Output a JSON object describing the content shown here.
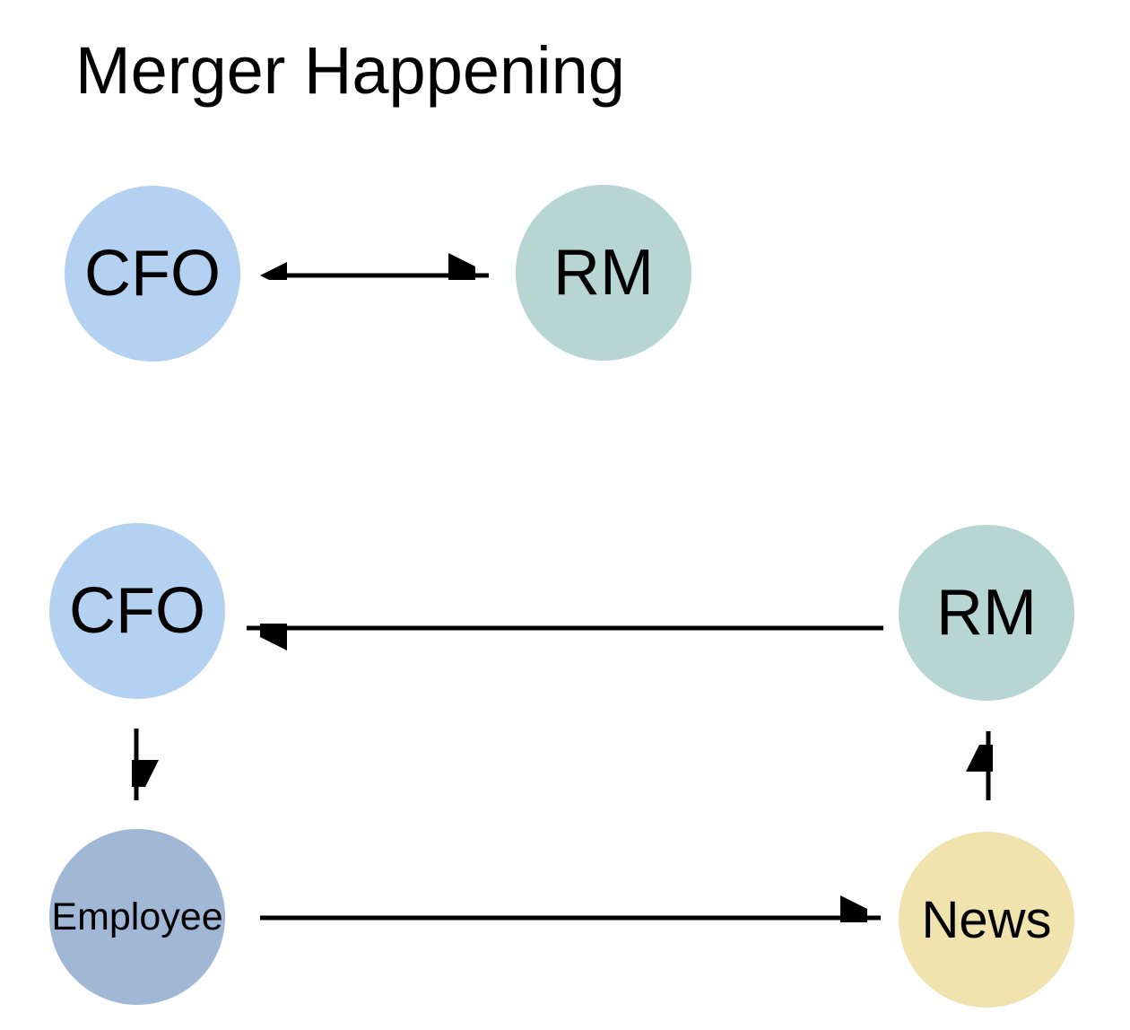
{
  "title": "Merger Happening",
  "colors": {
    "cfo": "#b5d1f1",
    "rm": "#b6d5d3",
    "employee": "#a0b8d6",
    "news": "#f1e3ae",
    "arrow": "#000000",
    "text": "#000000",
    "background": "#ffffff"
  },
  "diagram": {
    "top_section": {
      "cfo_label": "CFO",
      "rm_label": "RM"
    },
    "bottom_section": {
      "cfo_label": "CFO",
      "rm_label": "RM",
      "employee_label": "Employee",
      "news_label": "News"
    },
    "edges": [
      {
        "section": "top",
        "from": "CFO",
        "to": "RM",
        "direction": "bidirectional"
      },
      {
        "section": "bottom",
        "from": "RM",
        "to": "CFO",
        "direction": "one-way"
      },
      {
        "section": "bottom",
        "from": "CFO",
        "to": "Employee",
        "direction": "one-way"
      },
      {
        "section": "bottom",
        "from": "Employee",
        "to": "News",
        "direction": "one-way"
      },
      {
        "section": "bottom",
        "from": "News",
        "to": "RM",
        "direction": "one-way"
      }
    ]
  }
}
